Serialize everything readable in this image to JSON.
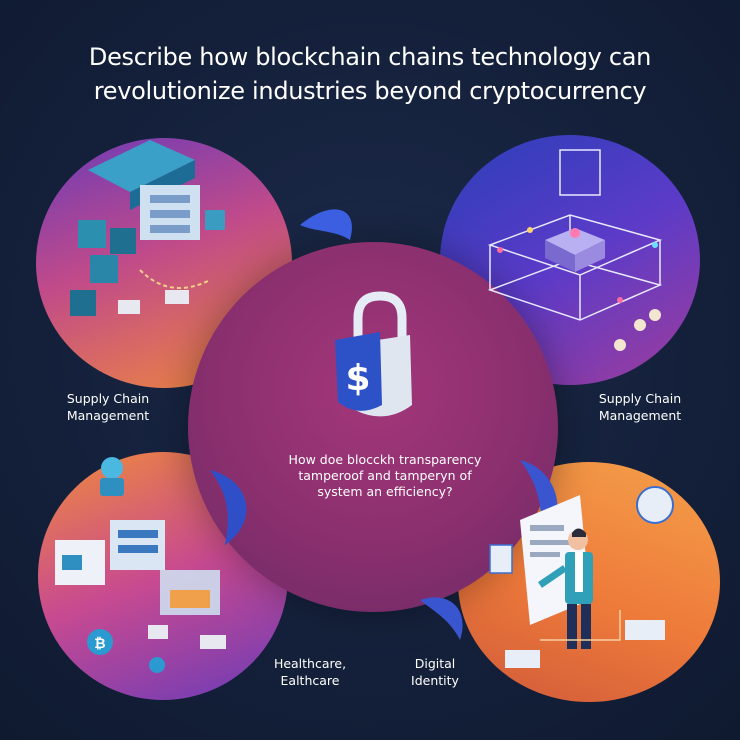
{
  "title": {
    "line1": "Describe how blockchain chains technology can",
    "line2": "revolutionize  industries beyond cryptocurrency"
  },
  "center": {
    "line1": "How doe blocckh transparency",
    "line2": "tamperoof and tamperyn of",
    "line3": "system an efficiency?",
    "icon": "padlock-dollar-icon"
  },
  "labels": {
    "top_left": [
      "Supply Chain",
      "Management"
    ],
    "top_right": [
      "Supply Chain",
      "Management"
    ],
    "bottom_left": [
      "Healthcare,",
      "Ealthcare"
    ],
    "bottom_right": [
      "Digital",
      "Identity"
    ]
  },
  "colors": {
    "background": "#14203a",
    "center_circle": "#8a2f6e",
    "accent_orange": "#f08a3c",
    "accent_purple": "#6b3bb8",
    "accent_blue": "#2f5fd8"
  }
}
